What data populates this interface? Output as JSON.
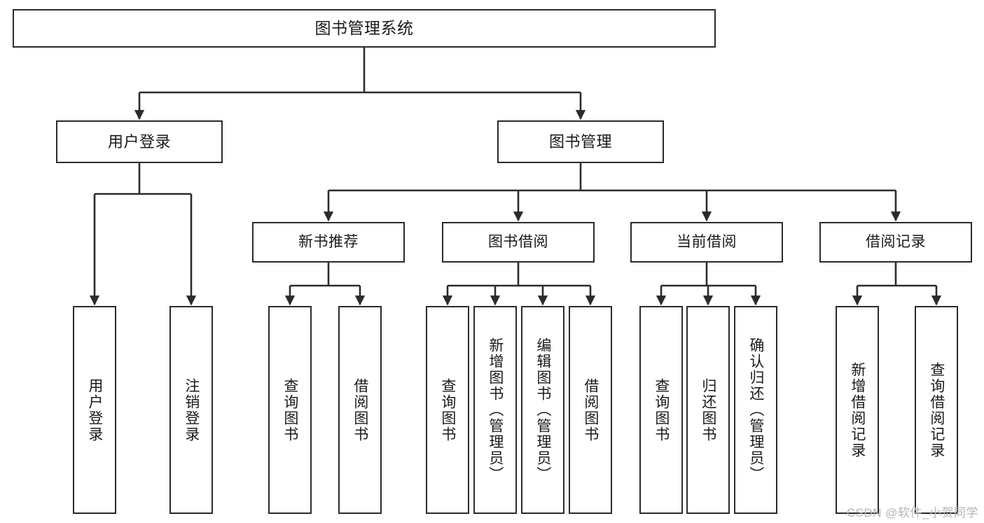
{
  "diagram": {
    "type": "hierarchy-flowchart",
    "title": "图书管理系统",
    "watermark": "CSDN @软件_小贺同学",
    "style": {
      "border_color": "#2b2b2b",
      "fill_color": "#ffffff",
      "text_color": "#1a1a1a",
      "background": "#ffffff",
      "watermark_color": "#b4b4b4"
    },
    "nodes": {
      "root": {
        "label": "图书管理系统",
        "level": 1
      },
      "user_login": {
        "label": "用户登录",
        "level": 2
      },
      "book_manage": {
        "label": "图书管理",
        "level": 2
      },
      "new_book_rec": {
        "label": "新书推荐",
        "level": 3
      },
      "book_borrow": {
        "label": "图书借阅",
        "level": 3
      },
      "current_borrow": {
        "label": "当前借阅",
        "level": 3
      },
      "borrow_record": {
        "label": "借阅记录",
        "level": 3
      },
      "leaf_user_login": {
        "label": "用户登录",
        "level": 4
      },
      "leaf_logout": {
        "label": "注销登录",
        "level": 4
      },
      "leaf_query_book_1": {
        "label": "查询图书",
        "level": 4
      },
      "leaf_borrow_book_1": {
        "label": "借阅图书",
        "level": 4
      },
      "leaf_query_book_2": {
        "label": "查询图书",
        "level": 4
      },
      "leaf_add_book": {
        "label": "新增图书（管理员）",
        "level": 4
      },
      "leaf_edit_book": {
        "label": "编辑图书（管理员）",
        "level": 4
      },
      "leaf_borrow_book_2": {
        "label": "借阅图书",
        "level": 4
      },
      "leaf_query_book_3": {
        "label": "查询图书",
        "level": 4
      },
      "leaf_return_book": {
        "label": "归还图书",
        "level": 4
      },
      "leaf_confirm_return": {
        "label": "确认归还（管理员）",
        "level": 4
      },
      "leaf_add_record": {
        "label": "新增借阅记录",
        "level": 4
      },
      "leaf_query_record": {
        "label": "查询借阅记录",
        "level": 4
      }
    },
    "edges": [
      {
        "from": "root",
        "to": "user_login"
      },
      {
        "from": "root",
        "to": "book_manage"
      },
      {
        "from": "user_login",
        "to": "leaf_user_login"
      },
      {
        "from": "user_login",
        "to": "leaf_logout"
      },
      {
        "from": "book_manage",
        "to": "new_book_rec"
      },
      {
        "from": "book_manage",
        "to": "book_borrow"
      },
      {
        "from": "book_manage",
        "to": "current_borrow"
      },
      {
        "from": "book_manage",
        "to": "borrow_record"
      },
      {
        "from": "new_book_rec",
        "to": "leaf_query_book_1"
      },
      {
        "from": "new_book_rec",
        "to": "leaf_borrow_book_1"
      },
      {
        "from": "book_borrow",
        "to": "leaf_query_book_2"
      },
      {
        "from": "book_borrow",
        "to": "leaf_add_book"
      },
      {
        "from": "book_borrow",
        "to": "leaf_edit_book"
      },
      {
        "from": "book_borrow",
        "to": "leaf_borrow_book_2"
      },
      {
        "from": "current_borrow",
        "to": "leaf_query_book_3"
      },
      {
        "from": "current_borrow",
        "to": "leaf_return_book"
      },
      {
        "from": "current_borrow",
        "to": "leaf_confirm_return"
      },
      {
        "from": "borrow_record",
        "to": "leaf_add_record"
      },
      {
        "from": "borrow_record",
        "to": "leaf_query_record"
      }
    ]
  }
}
